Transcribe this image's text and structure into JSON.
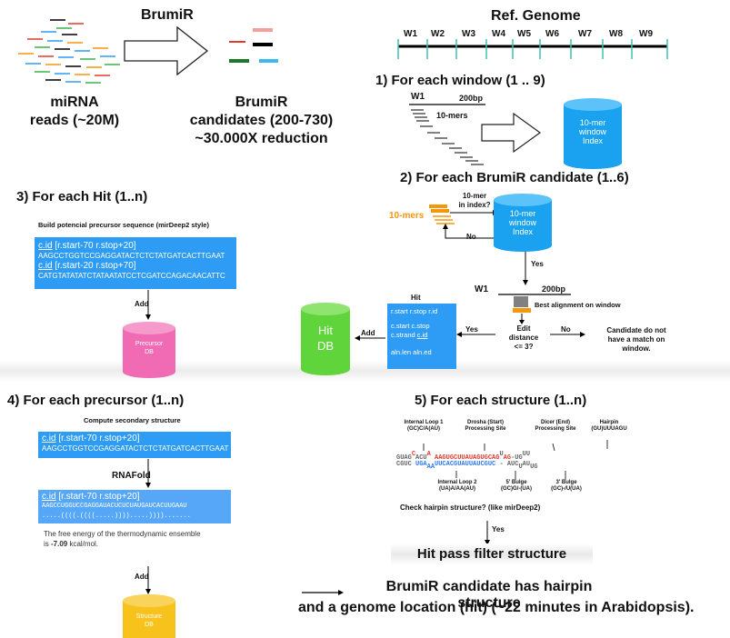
{
  "brumir_arrow_label": "BrumiR",
  "reads_label": "miRNA\nreads (~20M)",
  "candidates_label": "BrumiR\ncandidates (200-730)\n~30.000X reduction",
  "ref_genome": {
    "title": "Ref. Genome",
    "windows": [
      "W1",
      "W2",
      "W3",
      "W4",
      "W5",
      "W6",
      "W7",
      "W8",
      "W9"
    ]
  },
  "step1": {
    "title": "1) For each window (1 .. 9)",
    "w1": "W1",
    "bp": "200bp",
    "kmers": "10-mers",
    "index_label": "10-mer\nwindow\nIndex"
  },
  "step2": {
    "title": "2) For each BrumiR candidate (1..6)",
    "tenmers": "10-mers",
    "question": "10-mer\nin index?",
    "no": "No",
    "index_label": "10-mer\nwindow\nIndex",
    "yes": "Yes",
    "w1": "W1",
    "bp": "200bp",
    "best_alignment": "Best alignment on window",
    "edit_distance": "Edit\ndistance\n<= 3?",
    "no2": "No",
    "yes2": "Yes",
    "no_match": "Candidate do not\nhave a match on\nwindow."
  },
  "hit": {
    "title": "Hit",
    "line1": "r.start r.stop r.id",
    "line2": "c.start c.stop",
    "line3a": "c.strand ",
    "line3b": "c.id",
    "line4": "aln.len aln.ed",
    "db_label": "Hit\nDB",
    "add": "Add"
  },
  "step3": {
    "title": "3) For each Hit (1..n)",
    "subtitle": "Build potencial precursor sequence (mirDeep2 style)",
    "cid1": "c.id",
    "range1": " [r.start-70 r.stop+20]",
    "seq1": "AAGCCTGGTCCGAGGATACTCTCTATGATCACTTGAAT",
    "cid2": "c.id",
    "range2": " [r.start-20 r.stop+70]",
    "seq2": "CATGTATATATCTATAATATCCTCGATCCAGACAACATTC",
    "add": "Add",
    "db_label": "Precursor\nDB"
  },
  "step4": {
    "title": "4) For each precursor (1..n)",
    "subtitle": "Compute secondary structure",
    "cid": "c.id",
    "range": " [r.start-70 r.stop+20]",
    "seq": "AAGCCTGGTCCGAGGATACTCTCTATGATCACTTGAAT",
    "tool": "RNAFold",
    "cid2": "c.id",
    "range2": " [r.start-70 r.stop+20]",
    "seq_rna": "AAGCCUGGUCCGAGGAUACUCUCUAUGAUCACUUGAAU",
    "structure": ".....((((.((((.....)))).....)))).......",
    "energy_text": "The free energy of the thermodynamic ensemble\nis ",
    "energy_value": "-7.09",
    "energy_unit": " kcal/mol.",
    "add": "Add",
    "db_label": "Structure\nDB"
  },
  "step5": {
    "title": "5) For each structure (1..n)",
    "labels": {
      "internal_loop1": "Internal Loop 1\n(GC)C/A(AU)",
      "drosha": "Drosha (Start)\nProcessing Site",
      "dicer": "Dicer (End)\nProcessing Site",
      "hairpin": "Hairpin\n(GU)UUUAGU",
      "internal_loop2": "Internal Loop 2\n(UA)A/AA(AU)",
      "bulge5": "5' Bulge\n(GC)G/-(UA)",
      "bulge3": "3' Bulge\n(GC)-/U(UA)"
    },
    "top_strand": "GUAGCACU A AGUGCUUAUAGUGCAG U AG UG",
    "bottom_strand": "CGUC UGA AA UUCACGUAUUAUCGUC A UC AU UG",
    "check": "Check hairpin structure? (like mirDeep2)",
    "yes": "Yes",
    "pass": "Hit pass filter structure"
  },
  "conclusion": {
    "line1": "BrumiR candidate has hairpin structure",
    "line2": "and a genome location (hit) (~22 minutes in Arabidopsis)."
  },
  "colors": {
    "blue": "#2e9cf4",
    "green": "#5fd53b",
    "pink": "#f06bb4",
    "yellow": "#f7c21c",
    "orange": "#f5960f",
    "teal": "#3fc0b4",
    "red": "#e23b2e"
  }
}
